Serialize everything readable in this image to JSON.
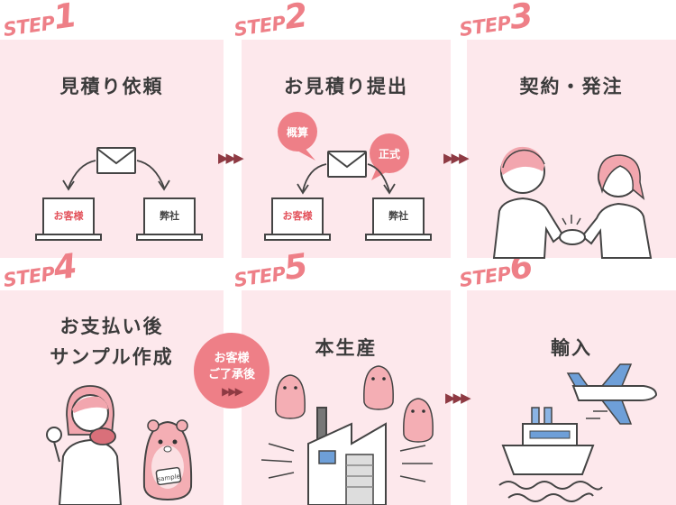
{
  "steps": [
    {
      "word": "STEP",
      "num": "1",
      "title": "見積り依頼"
    },
    {
      "word": "STEP",
      "num": "2",
      "title": "お見積り提出"
    },
    {
      "word": "STEP",
      "num": "3",
      "title": "契約・発注"
    },
    {
      "word": "STEP",
      "num": "4",
      "title_line1": "お支払い後",
      "title_line2": "サンプル作成"
    },
    {
      "word": "STEP",
      "num": "5",
      "title": "本生産"
    },
    {
      "word": "STEP",
      "num": "6",
      "title": "輸入"
    }
  ],
  "labels": {
    "customer": "お客様",
    "company": "弊社",
    "estimate_rough": "概算",
    "estimate_formal": "正式",
    "approval_line1": "お客様",
    "approval_line2": "ご了承後",
    "sample": "sample"
  },
  "arrow_glyph": "▶▶▶",
  "colors": {
    "card_bg": "#fde8ec",
    "accent_pink": "#ee7f87",
    "arrow_dark": "#8e3a43",
    "text": "#3b3b3b",
    "ship_blue": "#6e9fd8"
  },
  "icons": [
    "envelope-icon",
    "laptop-icon",
    "handshake-icon",
    "hamster-icon",
    "factory-icon",
    "airplane-icon",
    "ship-icon"
  ]
}
